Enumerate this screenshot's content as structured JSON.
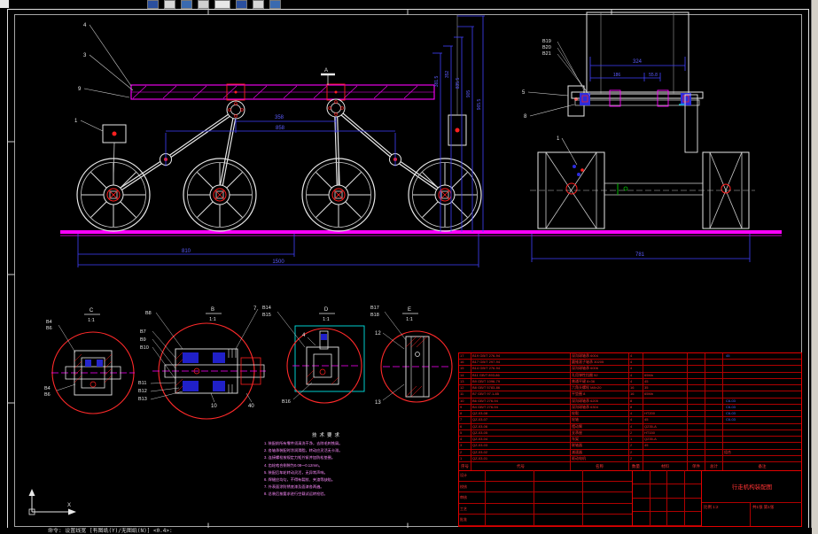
{
  "window": {
    "command_text": "命令: 设置线宽 [有图纸(Y)/无图纸(N)] <0.4>:",
    "ucs_x_label": "X"
  },
  "toolbar": {
    "icons": [
      "new-file-icon",
      "open-file-icon",
      "save-icon",
      "print-icon",
      "preview-icon",
      "zoom-icon",
      "pan-icon",
      "undo-icon"
    ]
  },
  "main_view": {
    "balloons": {
      "n4": "4",
      "n3": "3",
      "n9": "9",
      "n1": "1"
    },
    "section_flag": "A",
    "dims": {
      "d358": "358",
      "d858": "858",
      "d810": "810",
      "d1500": "1500",
      "v1": "381.5",
      "v2": "352",
      "v3": "835.5",
      "v4": "905",
      "v5": "965.5"
    }
  },
  "side_view": {
    "labels": {
      "b19": "B19",
      "b20": "B20",
      "b21": "B21"
    },
    "balloons": {
      "n5": "5",
      "n8": "8",
      "n1": "1"
    },
    "dims": {
      "d324": "324",
      "d186": "186",
      "d558": "55.8",
      "d781": "781"
    }
  },
  "details": {
    "d1": {
      "letter": "C",
      "scale": "1:1",
      "t1": "B4",
      "t2": "B6",
      "bt1": "B4",
      "bt2": "B6"
    },
    "d2": {
      "letter": "B",
      "scale": "1:1",
      "t": "B8",
      "n7": "7",
      "l1": "B7",
      "l2": "B9",
      "l3": "B10",
      "m1": "B11",
      "m2": "B12",
      "m3": "B13",
      "n10": "10",
      "n40": "40"
    },
    "d3": {
      "letter": "D",
      "scale": "1:1",
      "t1": "B14",
      "t2": "B15",
      "n4": "4",
      "b1": "B16"
    },
    "d4": {
      "letter": "E",
      "scale": "1:1",
      "t1": "B17",
      "t2": "B18",
      "n12": "12",
      "n13": "13"
    }
  },
  "notes": {
    "title": "技术要求",
    "lines": [
      {
        "t": "1. 装配前所有零件须清洗干净，去除毛刺铁屑。"
      },
      {
        "t": "2. 各轴承装配时涂润滑脂，转动应灵活无卡滞。"
      },
      {
        "t": "3. 连接螺栓按规定力矩拧紧并加防松垫圈。"
      },
      {
        "t": "4. 齿轮啮合侧隙为0.08～0.12mm。"
      },
      {
        "t": "5. 装配后车轮转动灵活，无异常声响。"
      },
      {
        "t": "6. 焊缝应均匀，不得有裂纹、夹渣等缺陷。"
      },
      {
        "t": "7. 外表面涂防锈底漆及面漆各两遍。"
      },
      {
        "t": "8. 总装后按要求进行空载试运转检验。"
      }
    ]
  },
  "bom": {
    "headers": [
      {
        "t": "序号"
      },
      {
        "t": "代号"
      },
      {
        "t": "名称"
      },
      {
        "t": "数量"
      },
      {
        "t": "材料"
      },
      {
        "t": "单件"
      },
      {
        "t": "总计"
      },
      {
        "t": "备注"
      }
    ],
    "rows": [
      {
        "s": "17",
        "c": "B19 GB/T 276-94",
        "n": "深沟球轴承 6004",
        "q": "4",
        "m": "",
        "rk": "",
        "bk": "45"
      },
      {
        "s": "16",
        "c": "B17 GB/T 297-94",
        "n": "圆锥滚子轴承 30205",
        "q": "4",
        "m": "",
        "rk": "",
        "bk": ""
      },
      {
        "s": "15",
        "c": "B14 GB/T 276-94",
        "n": "深沟球轴承 6006",
        "q": "4",
        "m": "",
        "rk": "",
        "bk": ""
      },
      {
        "s": "14",
        "c": "B11 GB/T 893-86",
        "n": "孔用弹性挡圈 52",
        "q": "4",
        "m": "65Mn",
        "rk": "",
        "bk": ""
      },
      {
        "s": "13",
        "c": "B9 GB/T 1096-79",
        "n": "普通平键 8×36",
        "q": "4",
        "m": "45",
        "rk": "",
        "bk": ""
      },
      {
        "s": "12",
        "c": "B8 GB/T 5783-86",
        "n": "六角头螺栓 M8×20",
        "q": "16",
        "m": "35",
        "rk": "",
        "bk": ""
      },
      {
        "s": "11",
        "c": "B7 GB/T 97.1-85",
        "n": "平垫圈 8",
        "q": "16",
        "m": "65Mn",
        "rk": "",
        "bk": ""
      },
      {
        "s": "10",
        "c": "B6 GB/T 276-94",
        "n": "深沟球轴承 6205",
        "q": "8",
        "m": "",
        "rk": "",
        "bk": "C6-03"
      },
      {
        "s": "9",
        "c": "B4 GB/T 276-94",
        "n": "深沟球轴承 6304",
        "q": "8",
        "m": "",
        "rk": "",
        "bk": "C6-03"
      },
      {
        "s": "8",
        "c": "QZ-03-08",
        "n": "轮毂",
        "q": "4",
        "m": "HT200",
        "rk": "",
        "bk": "C6-03"
      },
      {
        "s": "7",
        "c": "QZ-03-07",
        "n": "轮轴",
        "q": "4",
        "m": "45",
        "rk": "",
        "bk": "C6-03"
      },
      {
        "s": "6",
        "c": "QZ-03-06",
        "n": "摆动臂",
        "q": "4",
        "m": "Q235-A",
        "rk": "",
        "bk": ""
      },
      {
        "s": "5",
        "c": "QZ-03-05",
        "n": "支承座",
        "q": "2",
        "m": "HT150",
        "rk": "",
        "bk": ""
      },
      {
        "s": "4",
        "c": "QZ-03-04",
        "n": "车架",
        "q": "1",
        "m": "Q235-A",
        "rk": "",
        "bk": ""
      },
      {
        "s": "3",
        "c": "QZ-03-03",
        "n": "联轴器",
        "q": "2",
        "m": "45",
        "rk": "",
        "bk": ""
      },
      {
        "s": "2",
        "c": "QZ-03-02",
        "n": "减速器",
        "q": "2",
        "m": "",
        "rk": "组合",
        "bk": ""
      },
      {
        "s": "1",
        "c": "QZ-03-01",
        "n": "驱动电机",
        "q": "2",
        "m": "",
        "rk": "",
        "bk": ""
      }
    ],
    "title_block": {
      "sig_rows": [
        {
          "l": "设计"
        },
        {
          "l": "校核"
        },
        {
          "l": "审核"
        },
        {
          "l": "工艺"
        },
        {
          "l": "批准"
        }
      ],
      "title": "行走机构装配图",
      "scale_label": "比例",
      "scale": "1:2",
      "sheet": "共1张 第1张"
    }
  }
}
